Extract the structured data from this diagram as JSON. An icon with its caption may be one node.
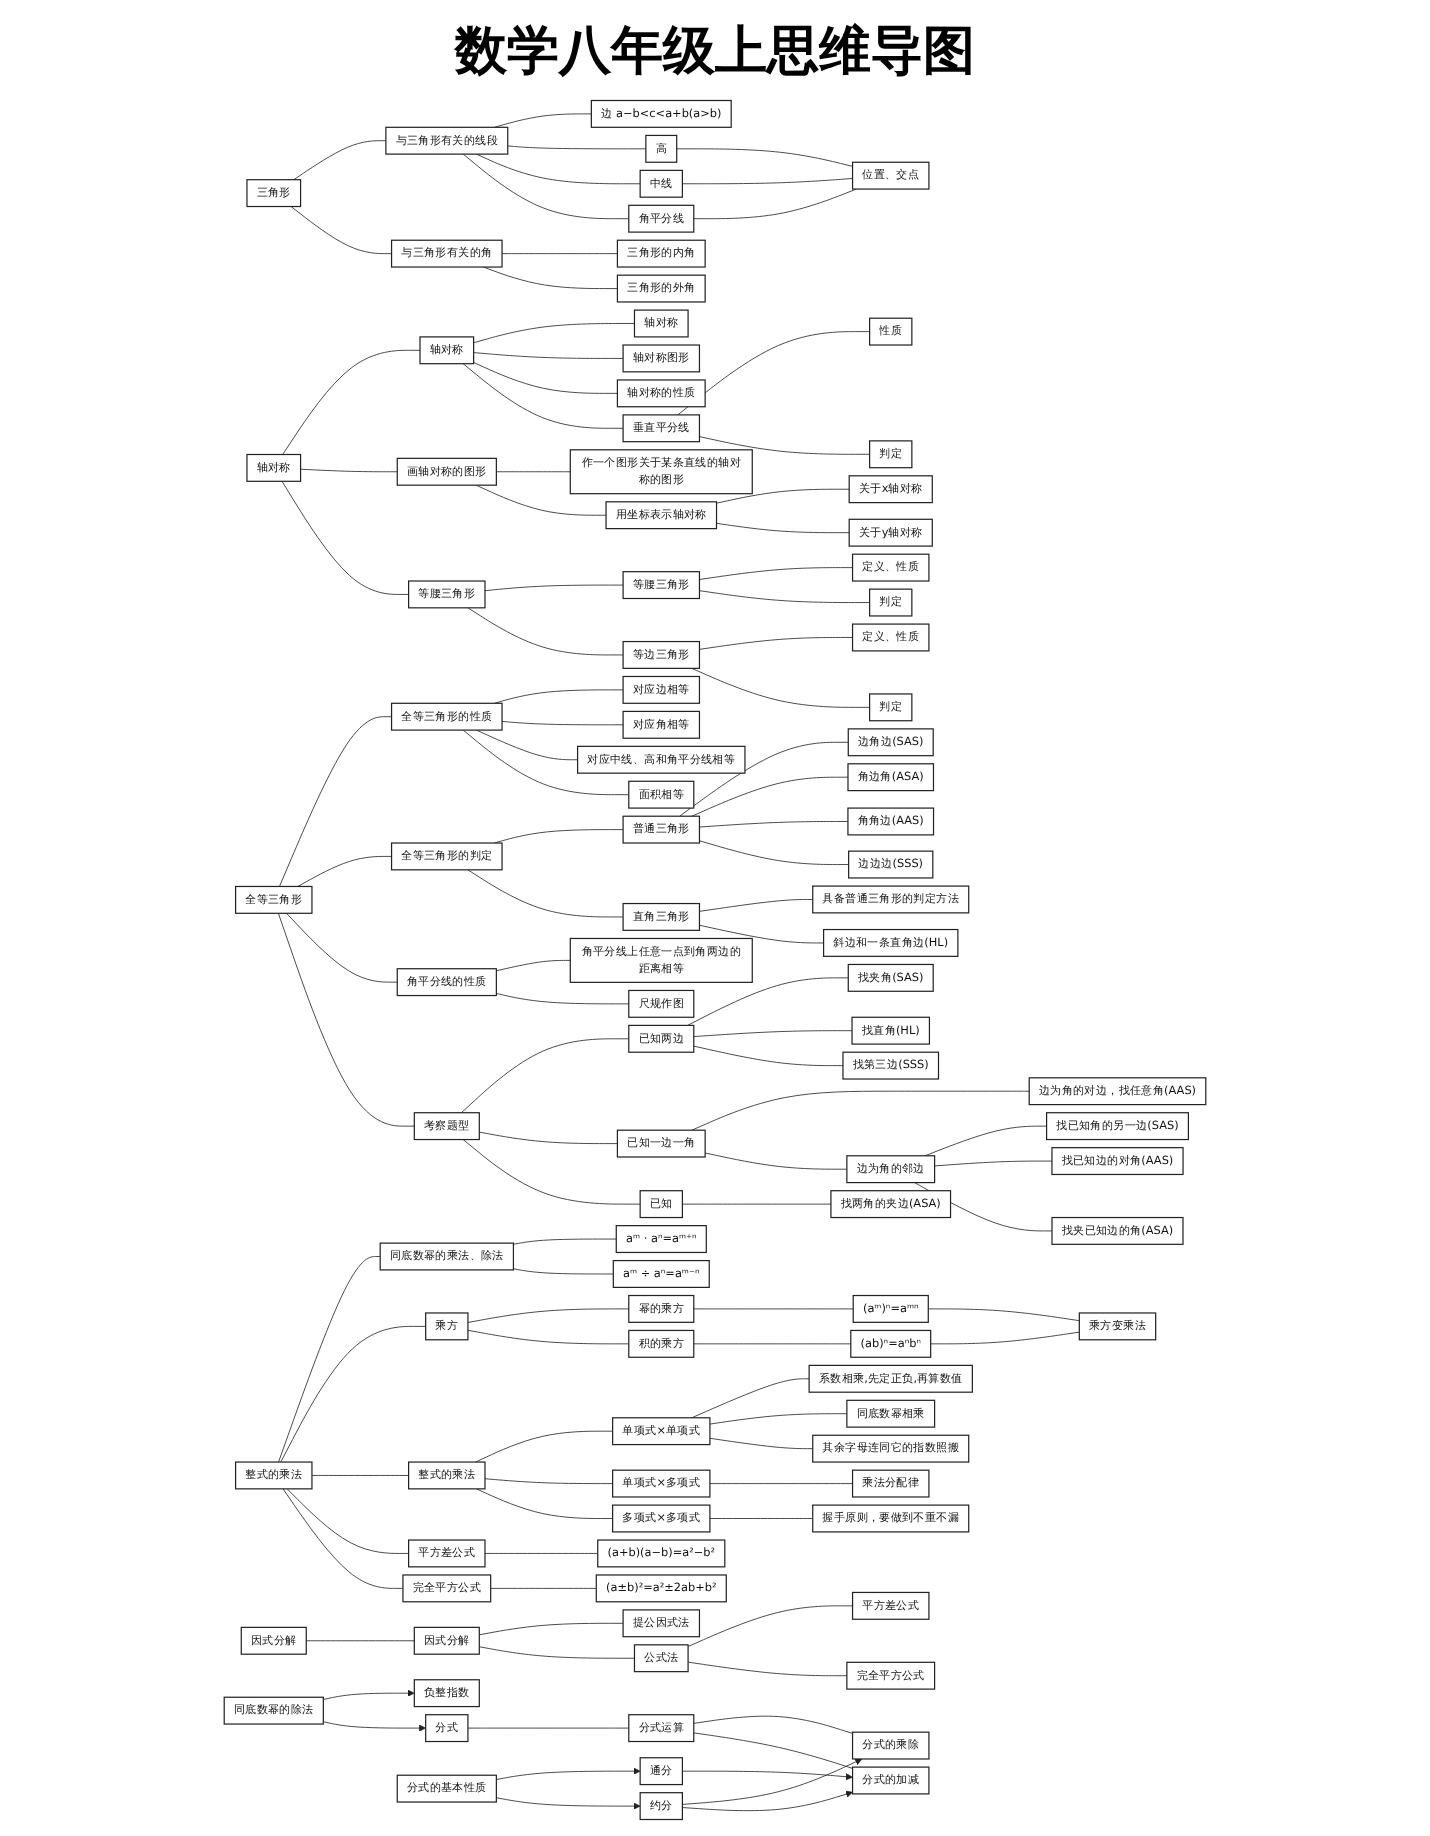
{
  "diagram": {
    "title": "数学八年级上思维导图",
    "nodes": [
      {
        "text": [
          "三角形"
        ]
      },
      {
        "text": [
          "与三角形有关的线段"
        ]
      },
      {
        "text": [
          "边 a−b<c<a+b(a>b)"
        ]
      },
      {
        "text": [
          "高"
        ]
      },
      {
        "text": [
          "中线"
        ]
      },
      {
        "text": [
          "角平分线"
        ]
      },
      {
        "text": [
          "位置、交点"
        ]
      },
      {
        "text": [
          "与三角形有关的角"
        ]
      },
      {
        "text": [
          "三角形的内角"
        ]
      },
      {
        "text": [
          "三角形的外角"
        ]
      },
      {
        "text": [
          "轴对称"
        ]
      },
      {
        "text": [
          "轴对称"
        ]
      },
      {
        "text": [
          "轴对称"
        ]
      },
      {
        "text": [
          "轴对称图形"
        ]
      },
      {
        "text": [
          "轴对称的性质"
        ]
      },
      {
        "text": [
          "垂直平分线"
        ]
      },
      {
        "text": [
          "性质"
        ]
      },
      {
        "text": [
          "判定"
        ]
      },
      {
        "text": [
          "画轴对称的图形"
        ]
      },
      {
        "text": [
          "作一个图形关于某条直线的轴对称的图形"
        ]
      },
      {
        "text": [
          "用坐标表示轴对称"
        ]
      },
      {
        "text": [
          "关于x轴对称"
        ]
      },
      {
        "text": [
          "关于y轴对称"
        ]
      },
      {
        "text": [
          "等腰三角形"
        ]
      },
      {
        "text": [
          "等腰三角形"
        ]
      },
      {
        "text": [
          "定义、性质"
        ]
      },
      {
        "text": [
          "判定"
        ]
      },
      {
        "text": [
          "等边三角形"
        ]
      },
      {
        "text": [
          "定义、性质"
        ]
      },
      {
        "text": [
          "判定"
        ]
      },
      {
        "text": [
          "全等三角形"
        ]
      },
      {
        "text": [
          "全等三角形的性质"
        ]
      },
      {
        "text": [
          "对应边相等"
        ]
      },
      {
        "text": [
          "对应角相等"
        ]
      },
      {
        "text": [
          "对应中线、高和角平分线相等"
        ]
      },
      {
        "text": [
          "面积相等"
        ]
      },
      {
        "text": [
          "全等三角形的判定"
        ]
      },
      {
        "text": [
          "普通三角形"
        ]
      },
      {
        "text": [
          "边角边(SAS)"
        ]
      },
      {
        "text": [
          "角边角(ASA)"
        ]
      },
      {
        "text": [
          "角角边(AAS)"
        ]
      },
      {
        "text": [
          "边边边(SSS)"
        ]
      },
      {
        "text": [
          "直角三角形"
        ]
      },
      {
        "text": [
          "具备普通三角形的判定方法"
        ]
      },
      {
        "text": [
          "斜边和一条直角边(HL)"
        ]
      },
      {
        "text": [
          "角平分线的性质"
        ]
      },
      {
        "text": [
          "角平分线上任意一点到角两边的距离相等"
        ]
      },
      {
        "text": [
          "尺规作图"
        ]
      },
      {
        "text": [
          "考察题型"
        ]
      },
      {
        "text": [
          "已知两边"
        ]
      },
      {
        "text": [
          "找夹角(SAS)"
        ]
      },
      {
        "text": [
          "找直角(HL)"
        ]
      },
      {
        "text": [
          "找第三边(SSS)"
        ]
      },
      {
        "text": [
          "已知一边一角"
        ]
      },
      {
        "text": [
          "边为角的邻边"
        ]
      },
      {
        "text": [
          "找已知角的另一边(SAS)"
        ]
      },
      {
        "text": [
          "找已知边的对角(AAS)"
        ]
      },
      {
        "text": [
          "找夹已知边的角(ASA)"
        ]
      },
      {
        "text": [
          "边为角的对边，找任意角(AAS)"
        ]
      },
      {
        "text": [
          "已知"
        ]
      },
      {
        "text": [
          "找两角的夹边(ASA)"
        ]
      },
      {
        "text": [
          "整式的乘法"
        ]
      },
      {
        "text": [
          "同底数幂的乘法、除法"
        ]
      },
      {
        "text": [
          "aᵐ · aⁿ=aᵐ⁺ⁿ"
        ]
      },
      {
        "text": [
          "aᵐ ÷ aⁿ=aᵐ⁻ⁿ"
        ]
      },
      {
        "text": [
          "乘方"
        ]
      },
      {
        "text": [
          "幂的乘方"
        ]
      },
      {
        "text": [
          "(aᵐ)ⁿ=aᵐⁿ"
        ]
      },
      {
        "text": [
          "积的乘方"
        ]
      },
      {
        "text": [
          "(ab)ⁿ=aⁿbⁿ"
        ]
      },
      {
        "text": [
          "乘方变乘法"
        ]
      },
      {
        "text": [
          "整式的乘法"
        ]
      },
      {
        "text": [
          "单项式×单项式"
        ]
      },
      {
        "text": [
          "系数相乘,先定正负,再算数值"
        ]
      },
      {
        "text": [
          "同底数幂相乘"
        ]
      },
      {
        "text": [
          "其余字母连同它的指数照搬"
        ]
      },
      {
        "text": [
          "单项式×多项式"
        ]
      },
      {
        "text": [
          "乘法分配律"
        ]
      },
      {
        "text": [
          "多项式×多项式"
        ]
      },
      {
        "text": [
          "握手原则，要做到不重不漏"
        ]
      },
      {
        "text": [
          "平方差公式"
        ]
      },
      {
        "text": [
          "(a+b)(a−b)=a²−b²"
        ]
      },
      {
        "text": [
          "完全平方公式"
        ]
      },
      {
        "text": [
          "(a±b)²=a²±2ab+b²"
        ]
      },
      {
        "text": [
          "因式分解"
        ]
      },
      {
        "text": [
          "因式分解"
        ]
      },
      {
        "text": [
          "提公因式法"
        ]
      },
      {
        "text": [
          "公式法"
        ]
      },
      {
        "text": [
          "平方差公式"
        ]
      },
      {
        "text": [
          "完全平方公式"
        ]
      },
      {
        "text": [
          "负整指数"
        ]
      },
      {
        "text": [
          "同底数幂的除法"
        ]
      },
      {
        "text": [
          "分式"
        ]
      },
      {
        "text": [
          "分式的基本性质"
        ]
      },
      {
        "text": [
          "通分"
        ]
      },
      {
        "text": [
          "约分"
        ]
      },
      {
        "text": [
          "分式的乘除"
        ]
      },
      {
        "text": [
          "分式运算"
        ]
      },
      {
        "text": [
          "分式的加减"
        ]
      }
    ],
    "edges": [
      {
        "from": 0,
        "to": 1,
        "arrow": "none"
      },
      {
        "from": 0,
        "to": 7,
        "arrow": "none"
      },
      {
        "from": 1,
        "to": 2,
        "arrow": "none"
      },
      {
        "from": 1,
        "to": 3,
        "arrow": "none"
      },
      {
        "from": 1,
        "to": 4,
        "arrow": "none"
      },
      {
        "from": 1,
        "to": 5,
        "arrow": "none"
      },
      {
        "from": 3,
        "to": 6,
        "arrow": "none"
      },
      {
        "from": 4,
        "to": 6,
        "arrow": "none"
      },
      {
        "from": 5,
        "to": 6,
        "arrow": "none"
      },
      {
        "from": 7,
        "to": 8,
        "arrow": "none"
      },
      {
        "from": 7,
        "to": 9,
        "arrow": "none"
      },
      {
        "from": 10,
        "to": 11,
        "arrow": "none"
      },
      {
        "from": 10,
        "to": 18,
        "arrow": "none"
      },
      {
        "from": 10,
        "to": 23,
        "arrow": "none"
      },
      {
        "from": 11,
        "to": 12,
        "arrow": "none"
      },
      {
        "from": 11,
        "to": 13,
        "arrow": "none"
      },
      {
        "from": 11,
        "to": 14,
        "arrow": "none"
      },
      {
        "from": 11,
        "to": 15,
        "arrow": "none"
      },
      {
        "from": 15,
        "to": 16,
        "arrow": "none"
      },
      {
        "from": 15,
        "to": 17,
        "arrow": "none"
      },
      {
        "from": 18,
        "to": 19,
        "arrow": "none"
      },
      {
        "from": 18,
        "to": 20,
        "arrow": "none"
      },
      {
        "from": 20,
        "to": 21,
        "arrow": "none"
      },
      {
        "from": 20,
        "to": 22,
        "arrow": "none"
      },
      {
        "from": 23,
        "to": 24,
        "arrow": "none"
      },
      {
        "from": 23,
        "to": 27,
        "arrow": "none"
      },
      {
        "from": 24,
        "to": 25,
        "arrow": "none"
      },
      {
        "from": 24,
        "to": 26,
        "arrow": "none"
      },
      {
        "from": 27,
        "to": 28,
        "arrow": "none"
      },
      {
        "from": 27,
        "to": 29,
        "arrow": "none"
      },
      {
        "from": 30,
        "to": 31,
        "arrow": "none"
      },
      {
        "from": 30,
        "to": 36,
        "arrow": "none"
      },
      {
        "from": 30,
        "to": 45,
        "arrow": "none"
      },
      {
        "from": 30,
        "to": 48,
        "arrow": "none"
      },
      {
        "from": 31,
        "to": 32,
        "arrow": "none"
      },
      {
        "from": 31,
        "to": 33,
        "arrow": "none"
      },
      {
        "from": 31,
        "to": 34,
        "arrow": "none"
      },
      {
        "from": 31,
        "to": 35,
        "arrow": "none"
      },
      {
        "from": 36,
        "to": 37,
        "arrow": "none"
      },
      {
        "from": 36,
        "to": 42,
        "arrow": "none"
      },
      {
        "from": 37,
        "to": 38,
        "arrow": "none"
      },
      {
        "from": 37,
        "to": 39,
        "arrow": "none"
      },
      {
        "from": 37,
        "to": 40,
        "arrow": "none"
      },
      {
        "from": 37,
        "to": 41,
        "arrow": "none"
      },
      {
        "from": 42,
        "to": 43,
        "arrow": "none"
      },
      {
        "from": 42,
        "to": 44,
        "arrow": "none"
      },
      {
        "from": 45,
        "to": 46,
        "arrow": "none"
      },
      {
        "from": 45,
        "to": 47,
        "arrow": "none"
      },
      {
        "from": 48,
        "to": 49,
        "arrow": "none"
      },
      {
        "from": 48,
        "to": 53,
        "arrow": "none"
      },
      {
        "from": 48,
        "to": 59,
        "arrow": "none"
      },
      {
        "from": 49,
        "to": 50,
        "arrow": "none"
      },
      {
        "from": 49,
        "to": 51,
        "arrow": "none"
      },
      {
        "from": 49,
        "to": 52,
        "arrow": "none"
      },
      {
        "from": 53,
        "to": 58,
        "arrow": "none"
      },
      {
        "from": 53,
        "to": 54,
        "arrow": "none"
      },
      {
        "from": 54,
        "to": 55,
        "arrow": "none"
      },
      {
        "from": 54,
        "to": 56,
        "arrow": "none"
      },
      {
        "from": 54,
        "to": 57,
        "arrow": "none"
      },
      {
        "from": 59,
        "to": 60,
        "arrow": "none"
      },
      {
        "from": 61,
        "to": 62,
        "arrow": "none"
      },
      {
        "from": 61,
        "to": 65,
        "arrow": "none"
      },
      {
        "from": 61,
        "to": 71,
        "arrow": "none"
      },
      {
        "from": 61,
        "to": 80,
        "arrow": "none"
      },
      {
        "from": 61,
        "to": 82,
        "arrow": "none"
      },
      {
        "from": 62,
        "to": 63,
        "arrow": "none"
      },
      {
        "from": 62,
        "to": 64,
        "arrow": "none"
      },
      {
        "from": 65,
        "to": 66,
        "arrow": "none"
      },
      {
        "from": 65,
        "to": 68,
        "arrow": "none"
      },
      {
        "from": 66,
        "to": 67,
        "arrow": "none"
      },
      {
        "from": 68,
        "to": 69,
        "arrow": "none"
      },
      {
        "from": 67,
        "to": 70,
        "arrow": "none"
      },
      {
        "from": 69,
        "to": 70,
        "arrow": "none"
      },
      {
        "from": 71,
        "to": 72,
        "arrow": "none"
      },
      {
        "from": 71,
        "to": 76,
        "arrow": "none"
      },
      {
        "from": 71,
        "to": 78,
        "arrow": "none"
      },
      {
        "from": 72,
        "to": 73,
        "arrow": "none"
      },
      {
        "from": 72,
        "to": 74,
        "arrow": "none"
      },
      {
        "from": 72,
        "to": 75,
        "arrow": "none"
      },
      {
        "from": 76,
        "to": 77,
        "arrow": "none"
      },
      {
        "from": 78,
        "to": 79,
        "arrow": "none"
      },
      {
        "from": 80,
        "to": 81,
        "arrow": "none"
      },
      {
        "from": 82,
        "to": 83,
        "arrow": "none"
      },
      {
        "from": 84,
        "to": 85,
        "arrow": "none"
      },
      {
        "from": 85,
        "to": 86,
        "arrow": "none"
      },
      {
        "from": 85,
        "to": 87,
        "arrow": "none"
      },
      {
        "from": 87,
        "to": 88,
        "arrow": "none"
      },
      {
        "from": 87,
        "to": 89,
        "arrow": "none"
      },
      {
        "from": 91,
        "to": 90,
        "arrow": "to"
      },
      {
        "from": 91,
        "to": 92,
        "arrow": "to"
      },
      {
        "from": 92,
        "to": 97,
        "arrow": "none"
      },
      {
        "from": 93,
        "to": 94,
        "arrow": "to"
      },
      {
        "from": 93,
        "to": 95,
        "arrow": "to"
      },
      {
        "from": 95,
        "to": 96,
        "arrow": "to"
      },
      {
        "from": 94,
        "to": 98,
        "arrow": "to"
      },
      {
        "from": 95,
        "to": 98,
        "arrow": "to"
      },
      {
        "from": 97,
        "to": 96,
        "arrow": "none"
      },
      {
        "from": 97,
        "to": 98,
        "arrow": "none"
      }
    ]
  }
}
